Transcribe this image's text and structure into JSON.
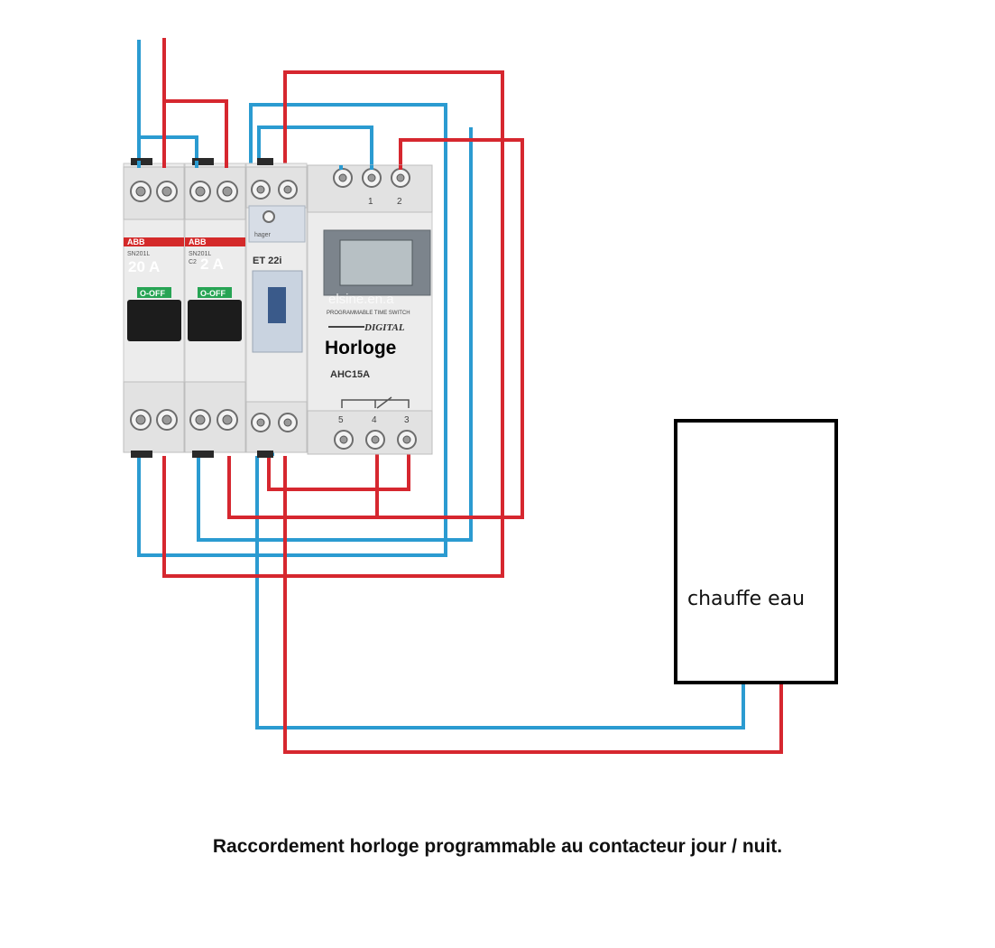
{
  "breakers": [
    {
      "rating": "20 A",
      "brand": "ABB",
      "model": "SN201L",
      "lever_text": "O-OFF"
    },
    {
      "rating": "2 A",
      "brand": "ABB",
      "model": "SN201L",
      "code": "C2",
      "lever_text": "O-OFF"
    }
  ],
  "contactor": {
    "model": "ET 22i",
    "brand": "hager"
  },
  "clock": {
    "label": "Horloge",
    "model": "AHC15A",
    "brand": "DIGITAL",
    "caption": "PROGRAMMABLE TIME SWITCH",
    "watermark": "elsine.en.a",
    "top_terminals": [
      "1",
      "2"
    ],
    "bottom_terminals": [
      "5",
      "4",
      "3"
    ]
  },
  "load": {
    "label": "chauffe eau"
  },
  "caption": "Raccordement horloge programmable au contacteur jour / nuit.",
  "colors": {
    "phase": "#d6272f",
    "neutral": "#2b9bd1"
  }
}
